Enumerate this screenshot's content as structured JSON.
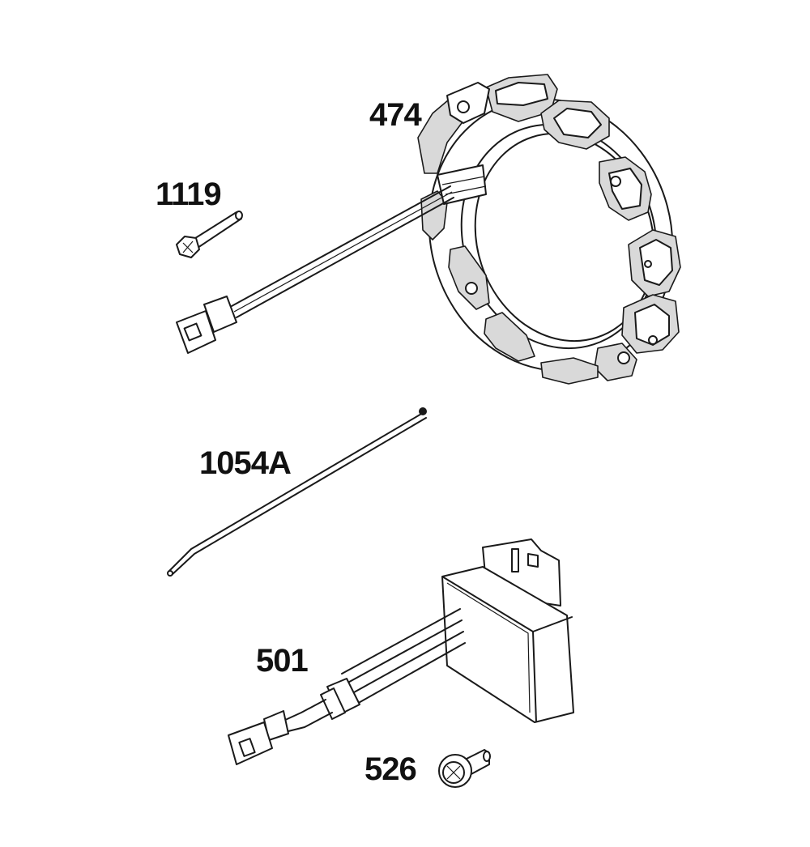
{
  "parts": [
    {
      "id": "474",
      "name": "stator"
    },
    {
      "id": "1119",
      "name": "screw"
    },
    {
      "id": "1054A",
      "name": "cable-tie"
    },
    {
      "id": "501",
      "name": "regulator-rectifier"
    },
    {
      "id": "526",
      "name": "flange-screw"
    }
  ]
}
